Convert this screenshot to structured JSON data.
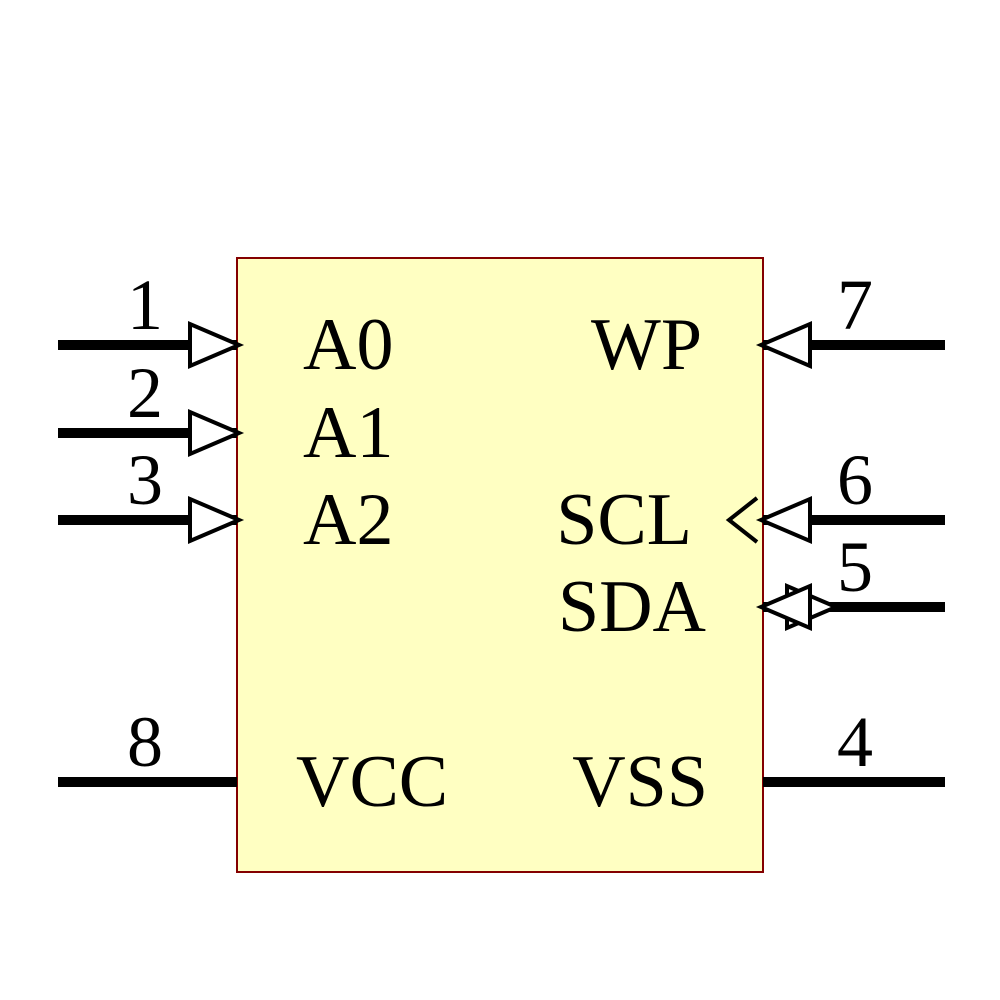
{
  "symbol": {
    "colors": {
      "body_fill": "#FFFFC2",
      "body_outline": "#840000",
      "wire": "#000000",
      "arrow_fill": "#FFFFFF"
    },
    "pins": {
      "p1": {
        "number": "1",
        "label": "A0"
      },
      "p2": {
        "number": "2",
        "label": "A1"
      },
      "p3": {
        "number": "3",
        "label": "A2"
      },
      "p8": {
        "number": "8",
        "label": "VCC"
      },
      "p7": {
        "number": "7",
        "label": "WP"
      },
      "p6": {
        "number": "6",
        "label": "SCL"
      },
      "p5": {
        "number": "5",
        "label": "SDA"
      },
      "p4": {
        "number": "4",
        "label": "VSS"
      }
    }
  }
}
